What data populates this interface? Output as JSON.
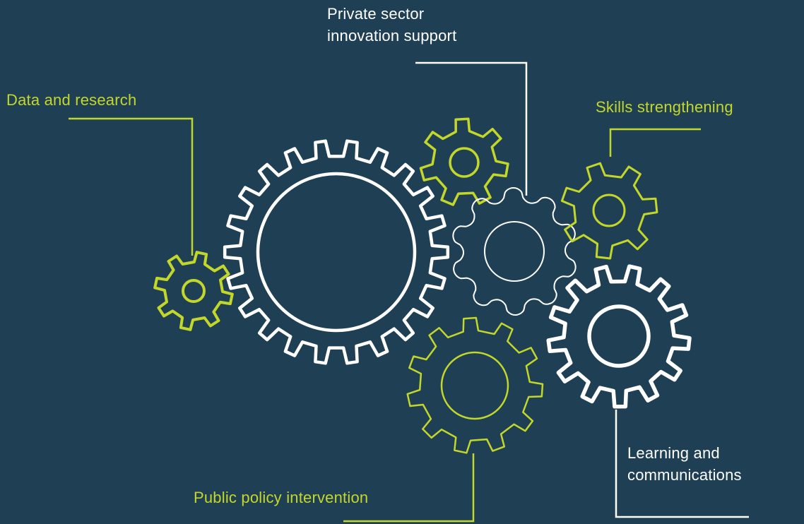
{
  "colors": {
    "background": "#1f4054",
    "accent": "#c3d72b",
    "line": "#ffffff"
  },
  "labels": {
    "private_sector": [
      "Private sector",
      "innovation support"
    ],
    "data_research": "Data and research",
    "skills": "Skills strengthening",
    "learning": [
      "Learning and",
      "communications"
    ],
    "public_policy": "Public policy intervention"
  },
  "gears": [
    {
      "id": "gear-small-left",
      "color": "accent"
    },
    {
      "id": "gear-large-center",
      "color": "line"
    },
    {
      "id": "gear-small-top",
      "color": "accent"
    },
    {
      "id": "gear-middle-right",
      "color": "line"
    },
    {
      "id": "gear-right-top",
      "color": "accent"
    },
    {
      "id": "gear-right-bottom",
      "color": "line"
    },
    {
      "id": "gear-bottom-center",
      "color": "accent"
    }
  ]
}
